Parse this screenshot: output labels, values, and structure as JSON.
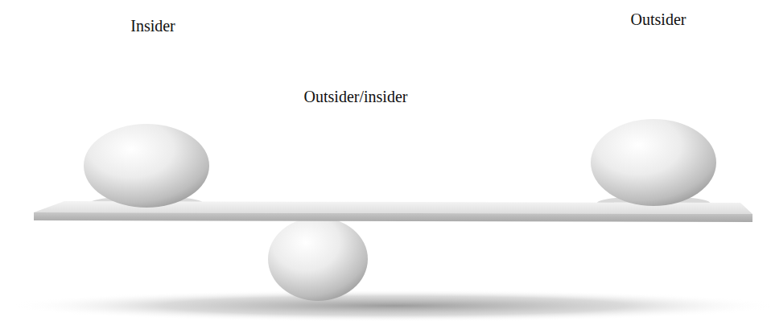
{
  "diagram": {
    "labels": [
      "Insider",
      "Outsider",
      "Outsider/insider"
    ]
  }
}
